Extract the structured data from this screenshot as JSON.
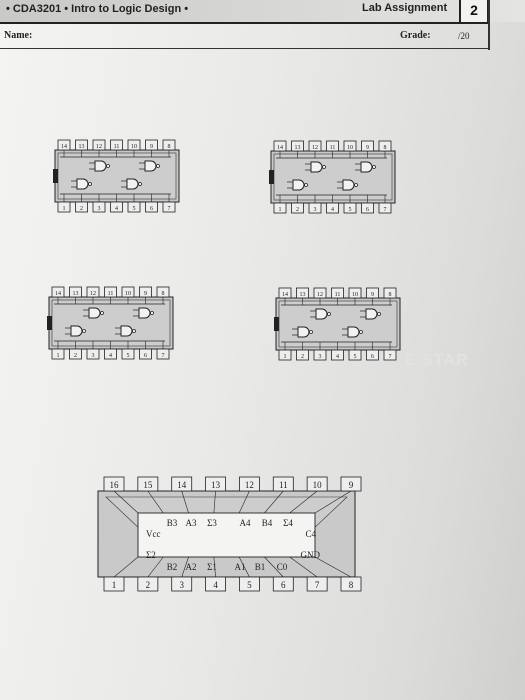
{
  "header": {
    "course": "• CDA3201 • Intro to Logic Design •",
    "lab_title": "Lab Assignment",
    "lab_number": "2",
    "name_label": "Name:",
    "grade_label": "Grade:",
    "grade_total": "/20"
  },
  "small_chip": {
    "top_pins": [
      "14",
      "13",
      "12",
      "11",
      "10",
      "9",
      "8"
    ],
    "bottom_pins": [
      "1",
      "2",
      "3",
      "4",
      "5",
      "6",
      "7"
    ]
  },
  "big_chip": {
    "top_pins": [
      "16",
      "15",
      "14",
      "13",
      "12",
      "11",
      "10",
      "9"
    ],
    "bottom_pins": [
      "1",
      "2",
      "3",
      "4",
      "5",
      "6",
      "7",
      "8"
    ],
    "inner_top_labels": [
      "B3",
      "A3",
      "Σ3",
      "A4",
      "B4",
      "Σ4"
    ],
    "inner_bottom_labels": [
      "B2",
      "A2",
      "Σ1",
      "A1",
      "B1",
      "C0"
    ],
    "vcc": "Vcc",
    "c4": "C4",
    "sigma2": "Σ2",
    "gnd": "GND"
  },
  "watermark": "E STAR"
}
